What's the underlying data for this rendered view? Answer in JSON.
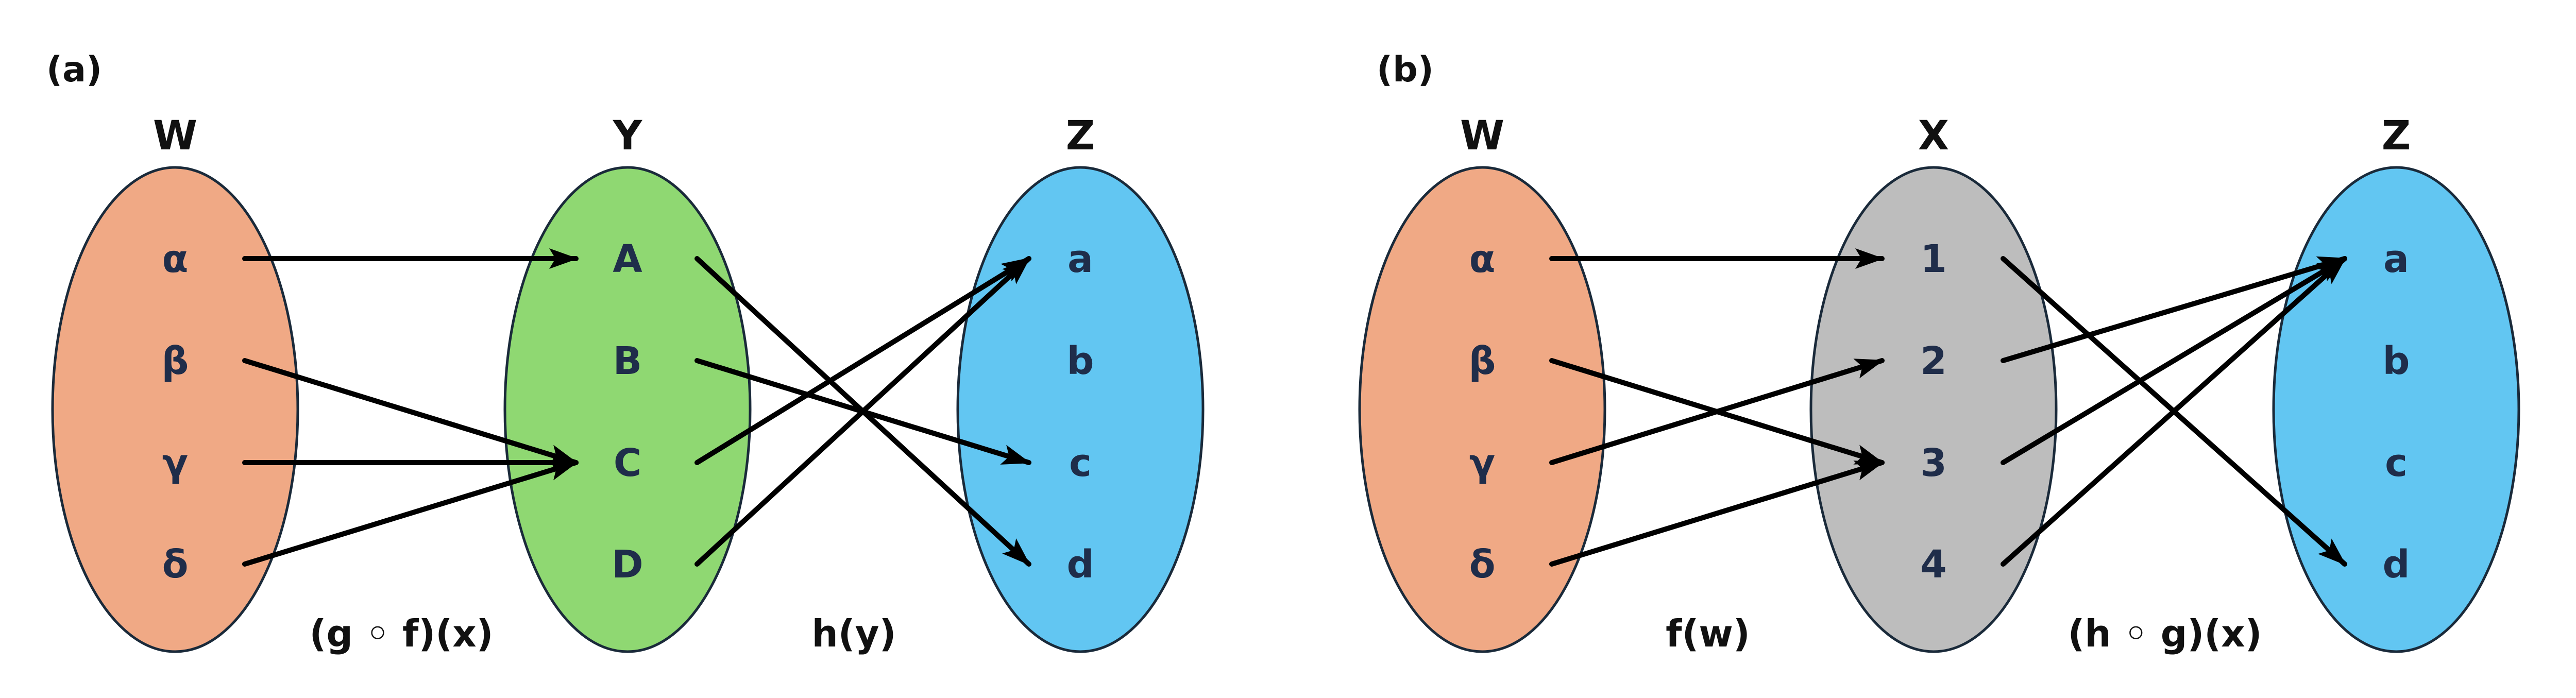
{
  "colors": {
    "W": "#f0a985",
    "Y": "#8fd872",
    "X": "#bdbdbd",
    "Z": "#62c6f2",
    "stroke": "#1a2a3a",
    "arrow": "#000000",
    "element_text": "#1f2d4a"
  },
  "panels": [
    {
      "label": "(a)",
      "sets": [
        {
          "name": "W",
          "elements": [
            "α",
            "β",
            "γ",
            "δ"
          ],
          "color": "#f0a985"
        },
        {
          "name": "Y",
          "elements": [
            "A",
            "B",
            "C",
            "D"
          ],
          "color": "#8fd872"
        },
        {
          "name": "Z",
          "elements": [
            "a",
            "b",
            "c",
            "d"
          ],
          "color": "#62c6f2"
        }
      ],
      "functions": [
        "(g ◦ f)(x)",
        "h(y)"
      ],
      "mappings": [
        [
          {
            "from": "α",
            "to": "A"
          },
          {
            "from": "β",
            "to": "C"
          },
          {
            "from": "γ",
            "to": "C"
          },
          {
            "from": "δ",
            "to": "C"
          }
        ],
        [
          {
            "from": "A",
            "to": "d"
          },
          {
            "from": "B",
            "to": "c"
          },
          {
            "from": "C",
            "to": "a"
          },
          {
            "from": "D",
            "to": "a"
          }
        ]
      ]
    },
    {
      "label": "(b)",
      "sets": [
        {
          "name": "W",
          "elements": [
            "α",
            "β",
            "γ",
            "δ"
          ],
          "color": "#f0a985"
        },
        {
          "name": "X",
          "elements": [
            "1",
            "2",
            "3",
            "4"
          ],
          "color": "#bdbdbd"
        },
        {
          "name": "Z",
          "elements": [
            "a",
            "b",
            "c",
            "d"
          ],
          "color": "#62c6f2"
        }
      ],
      "functions": [
        "f(w)",
        "(h ◦ g)(x)"
      ],
      "mappings": [
        [
          {
            "from": "α",
            "to": "1"
          },
          {
            "from": "β",
            "to": "3"
          },
          {
            "from": "γ",
            "to": "2"
          },
          {
            "from": "δ",
            "to": "3"
          }
        ],
        [
          {
            "from": "1",
            "to": "d"
          },
          {
            "from": "2",
            "to": "a"
          },
          {
            "from": "3",
            "to": "a"
          },
          {
            "from": "4",
            "to": "a"
          }
        ]
      ]
    }
  ]
}
